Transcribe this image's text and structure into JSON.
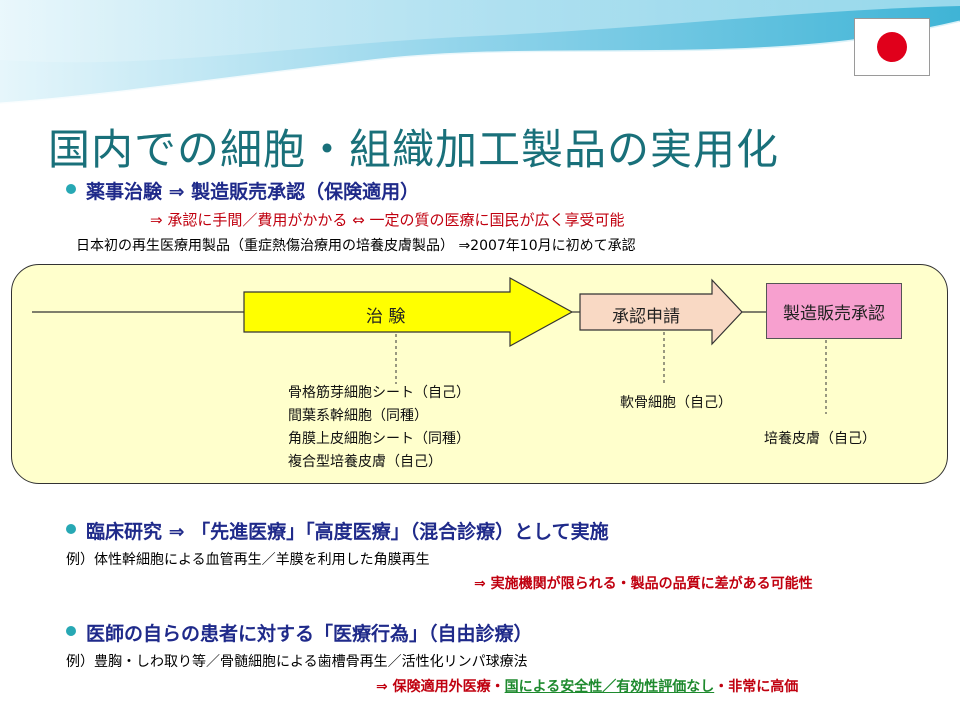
{
  "title": "国内での細胞・組織加工製品の実用化",
  "section1": {
    "heading": "薬事治験 ⇒ 製造販売承認（保険適用）",
    "sub": "⇒ 承認に手間／費用がかかる ⇔ 一定の質の医療に国民が広く享受可能",
    "note": "日本初の再生医療用製品（重症熱傷治療用の培養皮膚製品） ⇒2007年10月に初めて承認"
  },
  "diagram": {
    "trial_label": "治 験",
    "application_label": "承認申請",
    "approval_label": "製造販売承認",
    "trial_items": [
      "骨格筋芽細胞シート（自己）",
      "間葉系幹細胞（同種）",
      "角膜上皮細胞シート（同種）",
      "複合型培養皮膚（自己）"
    ],
    "application_item": "軟骨細胞（自己）",
    "approval_item": "培養皮膚（自己）"
  },
  "section2": {
    "heading": "臨床研究 ⇒ 「先進医療」「高度医療」（混合診療）として実施",
    "example": "例）体性幹細胞による血管再生／羊膜を利用した角膜再生",
    "conclusion": "⇒ 実施機関が限られる・製品の品質に差がある可能性"
  },
  "section3": {
    "heading": "医師の自らの患者に対する「医療行為」（自由診療）",
    "example": "例）豊胸・しわ取り等／骨髄細胞による歯槽骨再生／活性化リンパ球療法",
    "conclusion_a": "⇒ 保険適用外医療・",
    "conclusion_b": "国による安全性／有効性評価なし",
    "conclusion_c": "・非常に高価"
  },
  "colors": {
    "title": "#19707a",
    "heading": "#1f2a8a",
    "red": "#c0000f",
    "green": "#1e8a2e",
    "trial_arrow": "#ffff00",
    "application_arrow": "#f9d9c4",
    "approval_box": "#f7a0cf",
    "panel": "#ffffcc"
  },
  "icons": {
    "flag": "japan-flag-icon",
    "bullet": "bullet-dot-icon"
  }
}
